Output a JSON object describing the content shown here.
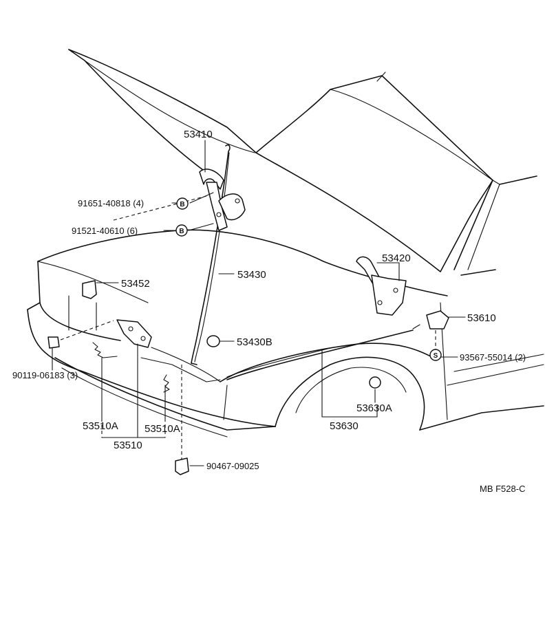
{
  "labels": {
    "p53410": "53410",
    "p91651": "91651-40818 (4)",
    "p91521": "91521-40610 (6)",
    "p53430": "53430",
    "p53420": "53420",
    "p53452": "53452",
    "p53610": "53610",
    "p53430b": "53430B",
    "p93567": "93567-55014 (2)",
    "p90119": "90119-06183 (3)",
    "p53630a": "53630A",
    "p53630": "53630",
    "p53510a_left": "53510A",
    "p53510a_right": "53510A",
    "p53510": "53510",
    "p90467": "90467-09025",
    "diagram_code": "MB F528-C"
  },
  "symbols": {
    "bolt_b1": "B",
    "bolt_b2": "B",
    "screw_s": "S"
  }
}
